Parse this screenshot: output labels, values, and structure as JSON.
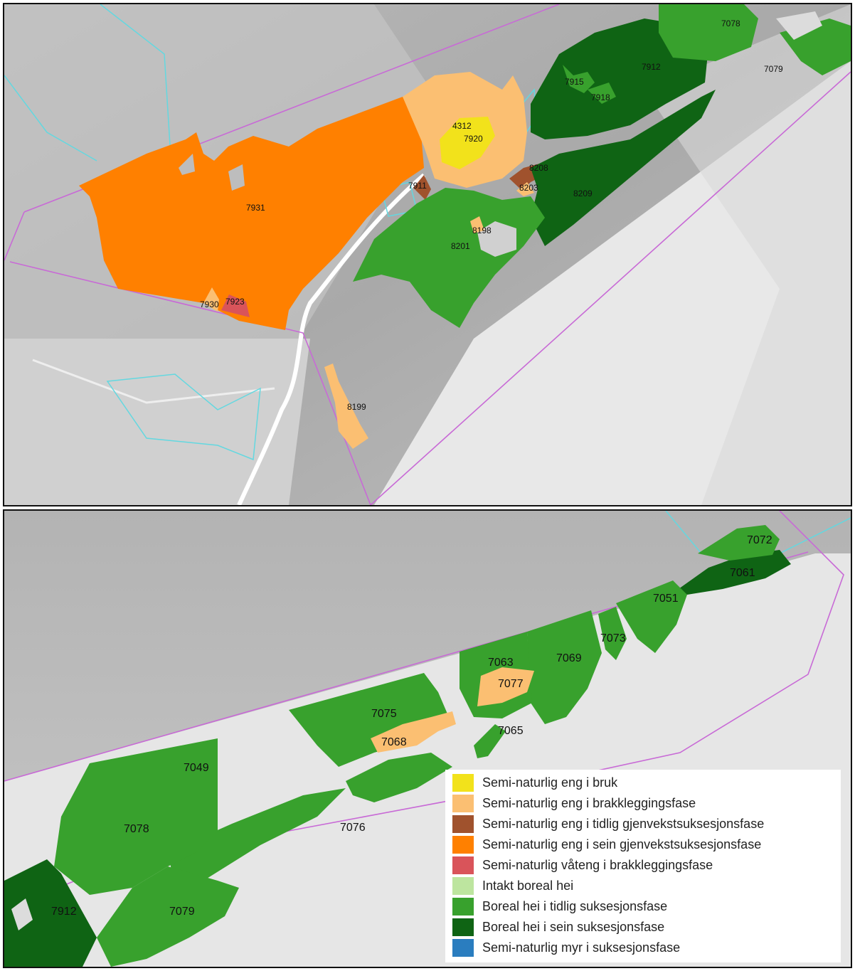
{
  "legend": [
    {
      "label": "Semi-naturlig eng i bruk",
      "color": "#f2e21b"
    },
    {
      "label": "Semi-naturlig eng i brakkleggingsfase",
      "color": "#fbbf72"
    },
    {
      "label": "Semi-naturlig eng i tidlig gjenvekstsuksesjonsfase",
      "color": "#a0522d"
    },
    {
      "label": "Semi-naturlig eng i sein gjenvekstsuksesjonsfase",
      "color": "#ff8000"
    },
    {
      "label": "Semi-naturlig våteng i brakkleggingsfase",
      "color": "#d9545a"
    },
    {
      "label": "Intakt boreal hei",
      "color": "#bde59f"
    },
    {
      "label": "Boreal hei i tidlig suksesjonsfase",
      "color": "#38a12d"
    },
    {
      "label": "Boreal hei i sein suksesjonsfase",
      "color": "#0f6414"
    },
    {
      "label": "Semi-naturlig myr i suksesjonsfase",
      "color": "#2a7dbf"
    }
  ],
  "top_labels": {
    "l7078": "7078",
    "l7079": "7079",
    "l7912": "7912",
    "l7915": "7915",
    "l7918": "7918",
    "l4312": "4312",
    "l7920": "7920",
    "l8208": "8208",
    "l8203": "8203",
    "l7911": "7911",
    "l8209": "8209",
    "l7931": "7931",
    "l8198": "8198",
    "l8201": "8201",
    "l7930": "7930",
    "l7923": "7923",
    "l8199": "8199"
  },
  "bottom_labels": {
    "l7072": "7072",
    "l7061": "7061",
    "l7051": "7051",
    "l7073": "7073",
    "l7063": "7063",
    "l7069": "7069",
    "l7077": "7077",
    "l7075": "7075",
    "l7068": "7068",
    "l7065": "7065",
    "l7049": "7049",
    "l7078": "7078",
    "l7076": "7076",
    "l7912": "7912",
    "l7079": "7079"
  }
}
